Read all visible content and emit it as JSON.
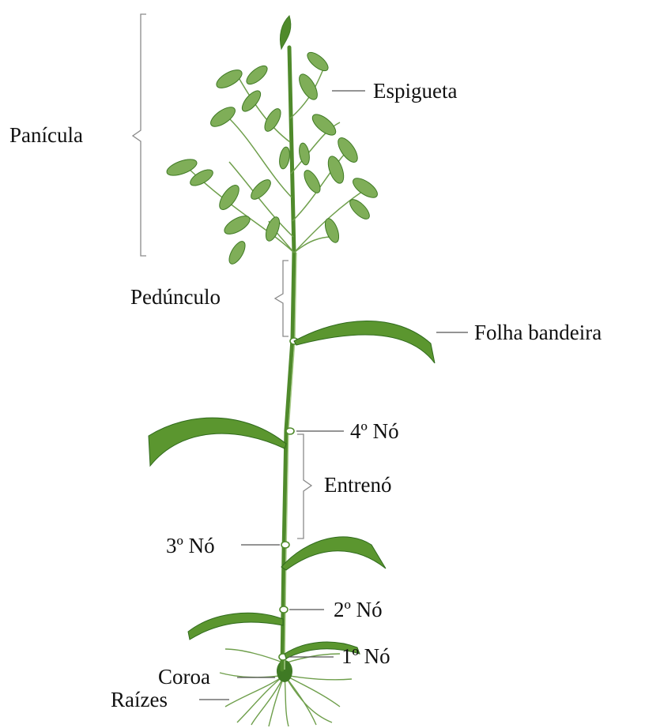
{
  "colors": {
    "plant": "#4f8a2b",
    "plant_light": "#7fae58",
    "plant_dark": "#2f6a1c",
    "text": "#111111",
    "leader": "#555555",
    "bracket": "#8a8a8a"
  },
  "labels": {
    "panicula": "Panícula",
    "espigueta": "Espigueta",
    "peduncle": "Pedúnculo",
    "folha_bandeira": "Folha bandeira",
    "no4": "4º Nó",
    "entreno": "Entrenó",
    "no3": "3º Nó",
    "no2": "2º Nó",
    "no1": "1º Nó",
    "coroa": "Coroa",
    "raizes": "Raízes"
  }
}
